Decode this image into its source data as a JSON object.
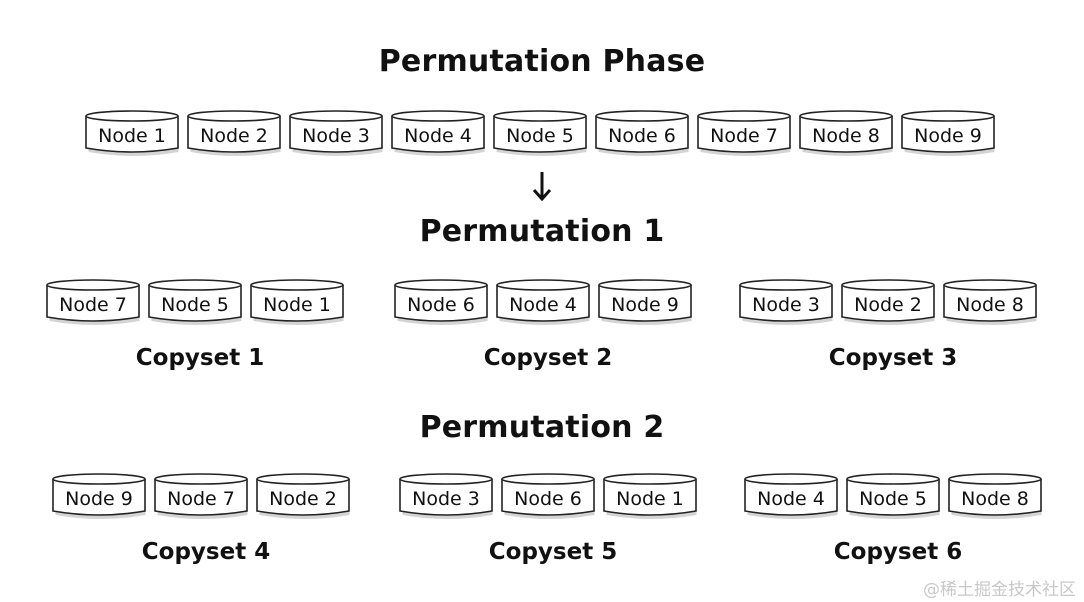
{
  "title": "Permutation Phase",
  "all_nodes": [
    "Node 1",
    "Node 2",
    "Node 3",
    "Node 4",
    "Node 5",
    "Node 6",
    "Node 7",
    "Node 8",
    "Node 9"
  ],
  "permutations": [
    {
      "title": "Permutation 1",
      "copysets": [
        {
          "label": "Copyset 1",
          "nodes": [
            "Node 7",
            "Node 5",
            "Node 1"
          ]
        },
        {
          "label": "Copyset 2",
          "nodes": [
            "Node 6",
            "Node 4",
            "Node 9"
          ]
        },
        {
          "label": "Copyset 3",
          "nodes": [
            "Node 3",
            "Node 2",
            "Node 8"
          ]
        }
      ]
    },
    {
      "title": "Permutation 2",
      "copysets": [
        {
          "label": "Copyset 4",
          "nodes": [
            "Node 9",
            "Node 7",
            "Node 2"
          ]
        },
        {
          "label": "Copyset 5",
          "nodes": [
            "Node 3",
            "Node 6",
            "Node 1"
          ]
        },
        {
          "label": "Copyset 6",
          "nodes": [
            "Node 4",
            "Node 5",
            "Node 8"
          ]
        }
      ]
    }
  ],
  "watermark": "@稀土掘金技术社区",
  "icons": {
    "arrow": "arrow-down-icon",
    "disk": "disk-icon"
  }
}
